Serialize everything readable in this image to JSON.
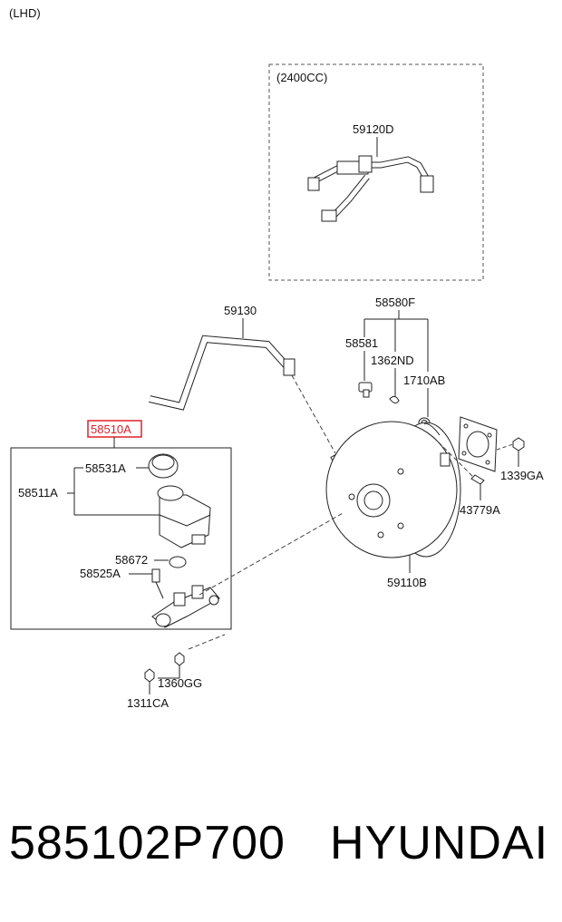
{
  "header": {
    "variant": "(LHD)",
    "inset_title": "(2400CC)"
  },
  "parts": {
    "hose_inset": "59120D",
    "hose_main": "59130",
    "clip_group": "58580F",
    "pin": "58581",
    "clip": "1362ND",
    "washer": "1710AB",
    "assembly": "58510A",
    "cap": "58531A",
    "reservoir": "58511A",
    "grommet": "58672",
    "grommet_pin": "58525A",
    "booster": "59110B",
    "gasket_pin": "43779A",
    "nut": "1339GA",
    "nut_master": "1360GG",
    "washer_master": "1311CA"
  },
  "footer": {
    "part_number": "585102P700",
    "brand": "HYUNDAI"
  },
  "colors": {
    "highlight": "#e0202a",
    "line": "#222222",
    "dash": "#555555"
  }
}
